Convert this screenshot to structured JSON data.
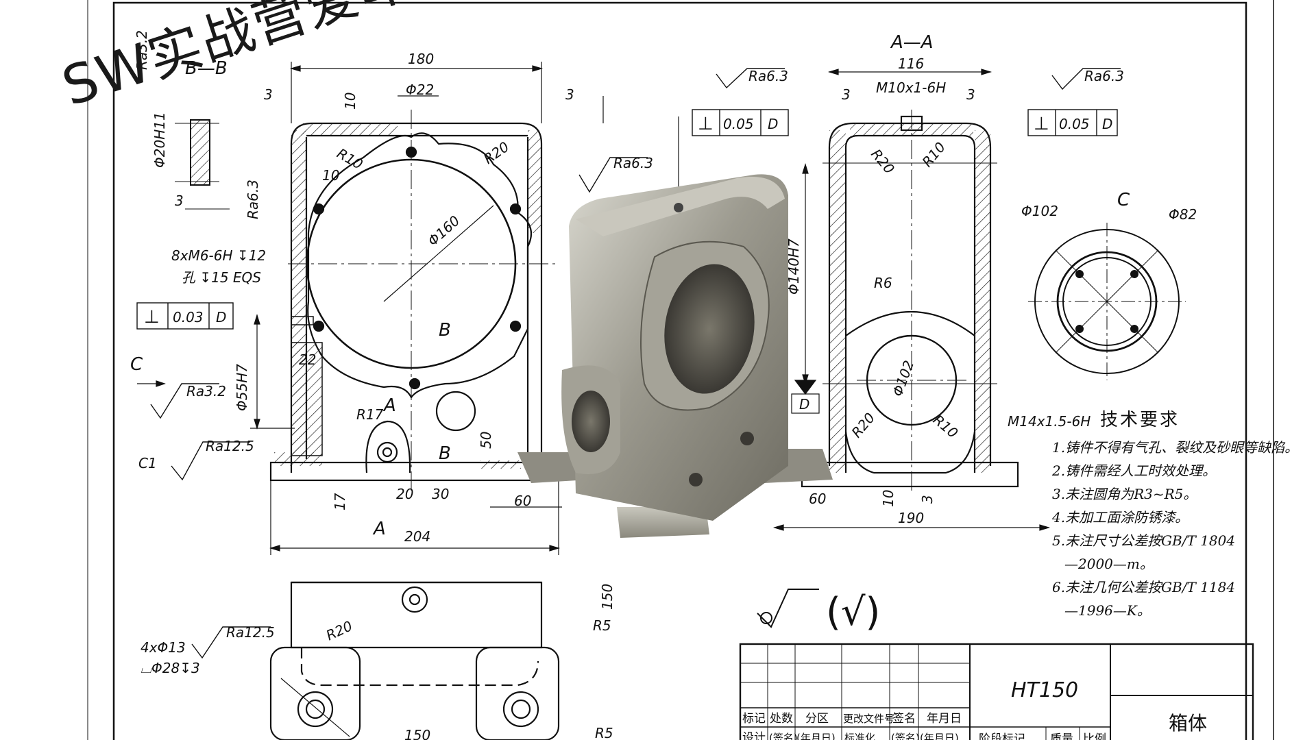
{
  "watermark": "SW实战营爱车课程",
  "views": {
    "front": {
      "section_marks": [
        "A",
        "A",
        "B",
        "B",
        "C"
      ],
      "dims": [
        "180",
        "3",
        "3",
        "10",
        "Φ22",
        "R10",
        "R20",
        "10",
        "R17",
        "Φ160",
        "22",
        "Φ55H7",
        "C1",
        "20",
        "30",
        "17",
        "60",
        "204",
        "50"
      ],
      "thread_note_1": "8xM6-6H ↧12",
      "thread_note_2": "孔 ↧15 EQS",
      "roughness": [
        "Ra6.3",
        "Ra6.3",
        "Ra3.2",
        "Ra12.5",
        "Ra6.3"
      ],
      "tolerance": {
        "symbol": "⊥",
        "value": "0.03",
        "datum": "D"
      }
    },
    "side": {
      "title": "A—A",
      "dims": [
        "116",
        "3",
        "3",
        "M10x1-6H",
        "R20",
        "R10",
        "R6",
        "Φ140H7",
        "Φ102",
        "R20",
        "R10",
        "60",
        "190",
        "10",
        "3",
        "M14x1.5-6H"
      ],
      "roughness": [
        "Ra6.3",
        "Ra6.3"
      ],
      "tolerance_left": {
        "symbol": "⊥",
        "value": "0.05",
        "datum": "D"
      },
      "tolerance_right": {
        "symbol": "⊥",
        "value": "0.05",
        "datum": "D"
      },
      "datum": "D"
    },
    "section_b": {
      "title": "B—B",
      "dims": [
        "Φ20H11",
        "3",
        "Ra3.2"
      ]
    },
    "view_c": {
      "title": "C",
      "dims": [
        "Φ102",
        "Φ82"
      ]
    },
    "top": {
      "dims": [
        "R20",
        "150",
        "R5",
        "R5",
        "150"
      ],
      "hole_note_1": "4xΦ13",
      "hole_note_2": "⌴Φ28↧3",
      "roughness": "Ra12.5"
    }
  },
  "general_roughness": "(√)",
  "tech_requirements": {
    "title": "技术要求",
    "items": [
      "1.铸件不得有气孔、裂纹及砂眼等缺陷。",
      "2.铸件需经人工时效处理。",
      "3.未注圆角为R3~R5。",
      "4.未加工面涂防锈漆。",
      "5.未注尺寸公差按GB/T 1804",
      "—2000—m。",
      "6.未注几何公差按GB/T 1184",
      "—1996—K。"
    ]
  },
  "title_block": {
    "material": "HT150",
    "part_name": "箱体",
    "row1": [
      "标记",
      "处数",
      "分区",
      "更改文件号",
      "签名",
      "年月日"
    ],
    "row2": [
      "设计",
      "(签名)",
      "(年月日)",
      "标准化",
      "(签名)",
      "(年月日)"
    ],
    "row3": [
      "阶段标记",
      "质量",
      "比例"
    ]
  }
}
